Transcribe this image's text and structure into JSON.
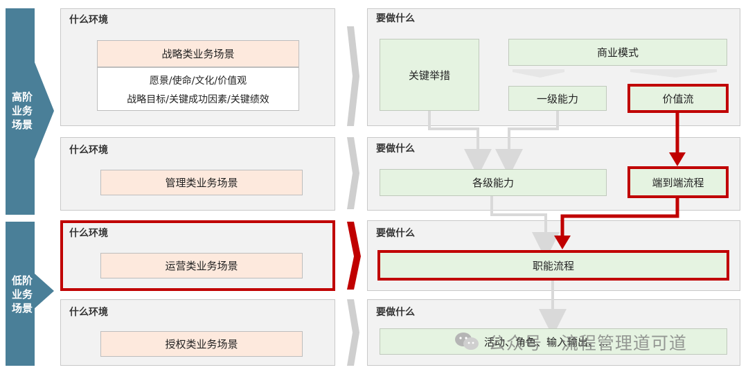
{
  "left": {
    "high": "高阶\n业务\n场景",
    "low": "低阶\n业务\n场景"
  },
  "panels": {
    "env_title": "什么环境",
    "todo_title": "要做什么"
  },
  "scenes": {
    "strategy": "战略类业务场景",
    "strategy_sub1": "愿景/使命/文化/价值观",
    "strategy_sub2": "战略目标/关键成功因素/关键绩效",
    "management": "管理类业务场景",
    "operation": "运营类业务场景",
    "authorization": "授权类业务场景"
  },
  "boxes": {
    "key_actions": "关键举措",
    "business_model": "商业模式",
    "level1_capability": "一级能力",
    "value_stream": "价值流",
    "all_capabilities": "各级能力",
    "e2e_process": "端到端流程",
    "functional_process": "职能流程",
    "activities": "活动、角色、输入输出、..."
  },
  "watermark": {
    "text": "公众号 · 流程管理道可道",
    "icon": "wechat-icon"
  },
  "colors": {
    "side": "#4a7f98",
    "highlight": "#c00000",
    "green_box": "#e5f3e1",
    "scene_box": "#fde9dd"
  }
}
